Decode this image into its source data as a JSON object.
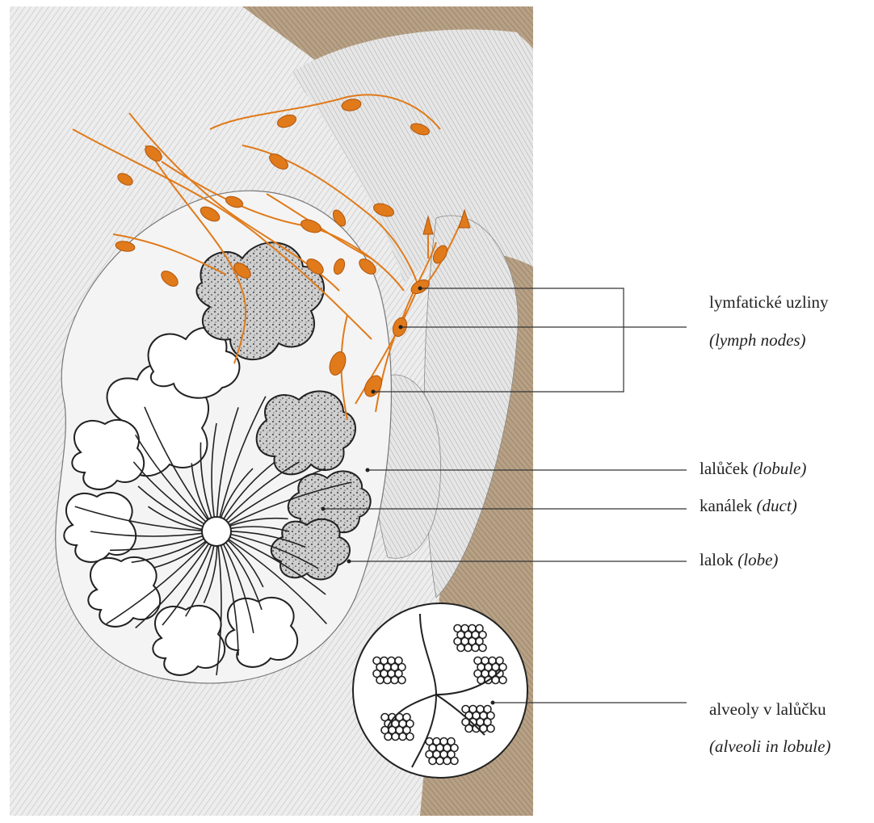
{
  "labels": {
    "lymph_nodes": {
      "cz": "lymfatické uzliny",
      "en": "(lymph nodes)"
    },
    "lobule": {
      "cz": "lalůček",
      "en": "(lobule)"
    },
    "duct": {
      "cz": "kanálek",
      "en": "(duct)"
    },
    "lobe": {
      "cz": "lalok",
      "en": "(lobe)"
    },
    "alveoli": {
      "cz": "alveoly v lalůčku",
      "en": "(alveoli in lobule)"
    }
  },
  "colors": {
    "lymph": "#e07a1a",
    "skin": "#ececec",
    "muscle_bg": "#b09a80",
    "ink": "#333333"
  }
}
